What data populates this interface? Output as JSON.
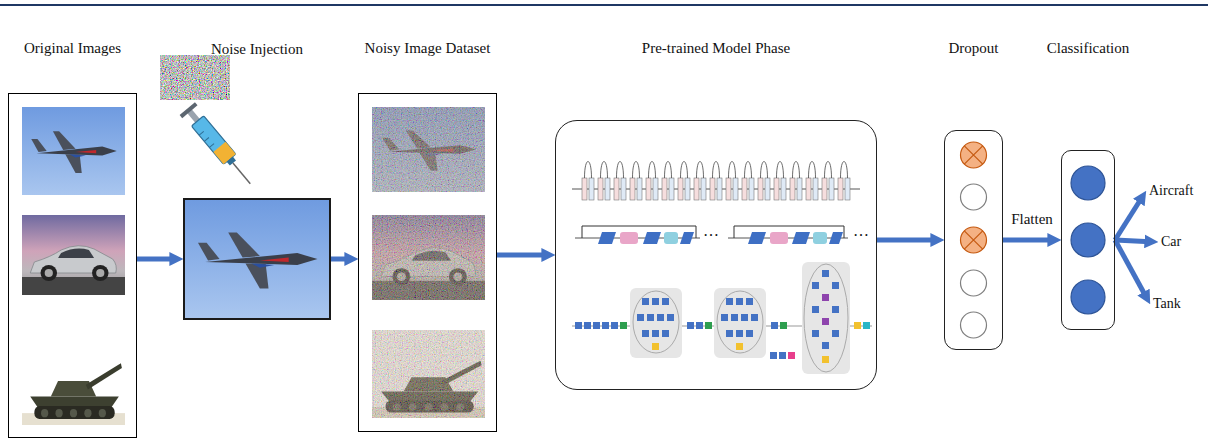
{
  "diagram": {
    "nodes": [
      {
        "text": [
          "Original Images"
        ]
      },
      {
        "text": [
          "Noise Injection"
        ]
      },
      {
        "text": [
          "Noisy Image Dataset"
        ]
      },
      {
        "text": [
          "Pre-trained Model Phase"
        ]
      },
      {
        "text": [
          "Dropout"
        ]
      },
      {
        "text": [
          "Classification"
        ]
      },
      {
        "text": [
          "Aircraft"
        ]
      },
      {
        "text": [
          "Car"
        ]
      },
      {
        "text": [
          "Tank"
        ]
      }
    ],
    "edges": [
      {
        "from": 0,
        "to": 1,
        "arrow": "to"
      },
      {
        "from": 1,
        "to": 2,
        "arrow": "to"
      },
      {
        "from": 2,
        "to": 3,
        "arrow": "to"
      },
      {
        "from": 3,
        "to": 4,
        "arrow": "to"
      },
      {
        "from": 4,
        "to": 5,
        "label": "Flatten",
        "arrow": "to"
      },
      {
        "from": 5,
        "to": 6,
        "arrow": "to"
      },
      {
        "from": 5,
        "to": 7,
        "arrow": "to"
      },
      {
        "from": 5,
        "to": 8,
        "arrow": "to"
      }
    ],
    "labels": [
      "…",
      "…"
    ]
  }
}
